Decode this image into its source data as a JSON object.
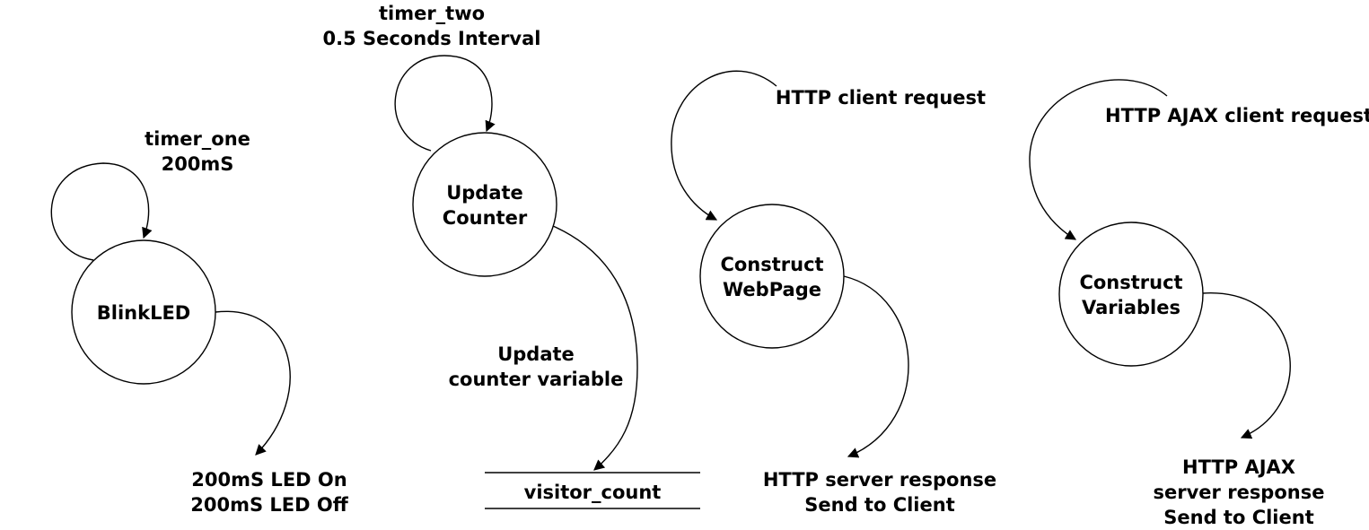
{
  "diagram": {
    "processes": [
      {
        "name": "BlinkLED",
        "name_lines": [
          "BlinkLED"
        ],
        "trigger_lines": [
          "timer_one",
          "200mS"
        ],
        "output_lines": [
          "200mS LED On",
          "200mS LED Off"
        ]
      },
      {
        "name": "Update Counter",
        "name_lines": [
          "Update",
          "Counter"
        ],
        "trigger_lines": [
          "timer_two",
          "0.5 Seconds Interval"
        ],
        "output_lines": [
          "Update",
          "counter variable"
        ]
      },
      {
        "name": "Construct WebPage",
        "name_lines": [
          "Construct",
          "WebPage"
        ],
        "trigger_lines": [
          "HTTP client request"
        ],
        "output_lines": [
          "HTTP server response",
          "Send to Client"
        ]
      },
      {
        "name": "Construct Variables",
        "name_lines": [
          "Construct",
          "Variables"
        ],
        "trigger_lines": [
          "HTTP AJAX client request"
        ],
        "output_lines": [
          "HTTP AJAX",
          "server response",
          "Send to Client"
        ]
      }
    ],
    "data_store": {
      "label": "visitor_count"
    },
    "colors": {
      "stroke": "#000000",
      "background": "#ffffff",
      "text": "#000000"
    }
  }
}
